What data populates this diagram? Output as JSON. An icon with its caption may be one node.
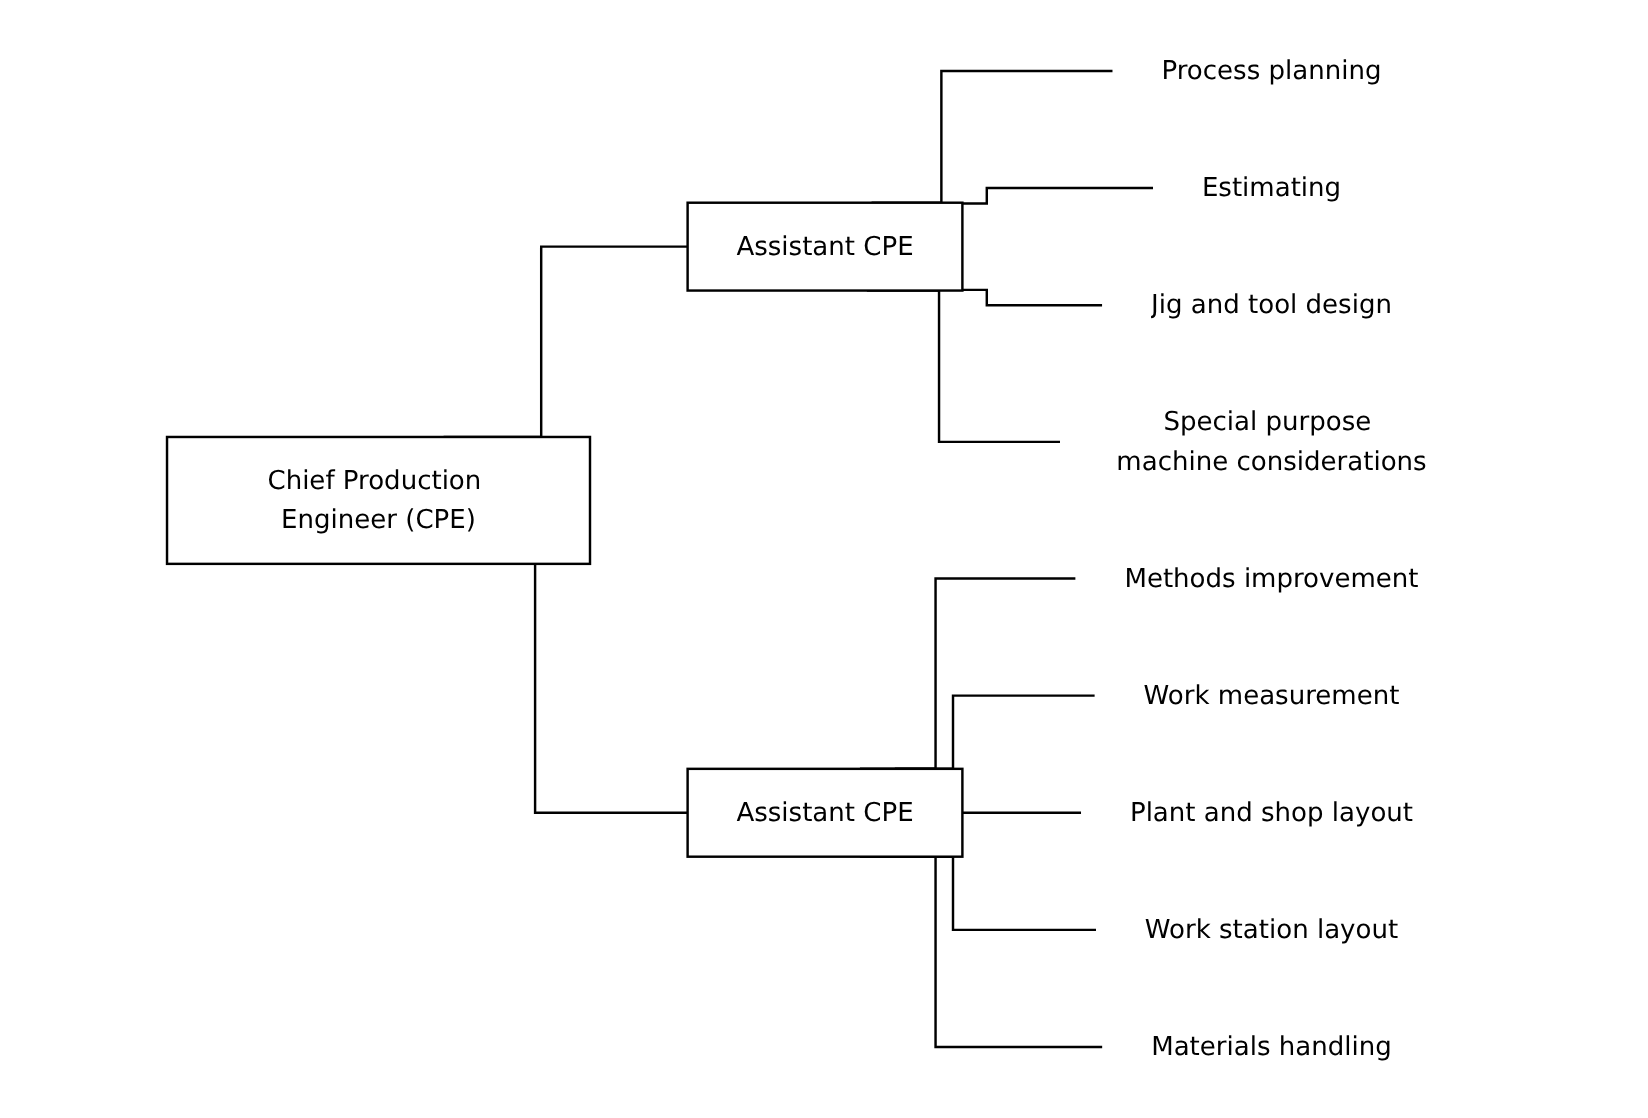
{
  "diagram": {
    "nodes": [
      {
        "text": [
          "Chief Production Engineer (CPE)"
        ]
      },
      {
        "text": [
          "Assistant CPE"
        ]
      },
      {
        "text": [
          "Assistant CPE"
        ]
      },
      {
        "text": [
          "Process planning"
        ]
      },
      {
        "text": [
          "Estimating"
        ]
      },
      {
        "text": [
          "Jig and tool design"
        ]
      },
      {
        "text": [
          "Special purpose machine considerations"
        ]
      },
      {
        "text": [
          "Methods improvement"
        ]
      },
      {
        "text": [
          "Work measurement"
        ]
      },
      {
        "text": [
          "Plant and shop layout"
        ]
      },
      {
        "text": [
          "Work station layout"
        ]
      },
      {
        "text": [
          "Materials handling"
        ]
      }
    ],
    "edges": [
      {
        "from": 0,
        "to": 1,
        "arrow": "none"
      },
      {
        "from": 0,
        "to": 2,
        "arrow": "none"
      },
      {
        "from": 1,
        "to": 3,
        "arrow": "none"
      },
      {
        "from": 1,
        "to": 4,
        "arrow": "none"
      },
      {
        "from": 1,
        "to": 5,
        "arrow": "none"
      },
      {
        "from": 1,
        "to": 6,
        "arrow": "none"
      },
      {
        "from": 2,
        "to": 7,
        "arrow": "none"
      },
      {
        "from": 2,
        "to": 8,
        "arrow": "none"
      },
      {
        "from": 2,
        "to": 9,
        "arrow": "none"
      },
      {
        "from": 2,
        "to": 10,
        "arrow": "none"
      },
      {
        "from": 2,
        "to": 11,
        "arrow": "none"
      }
    ]
  }
}
